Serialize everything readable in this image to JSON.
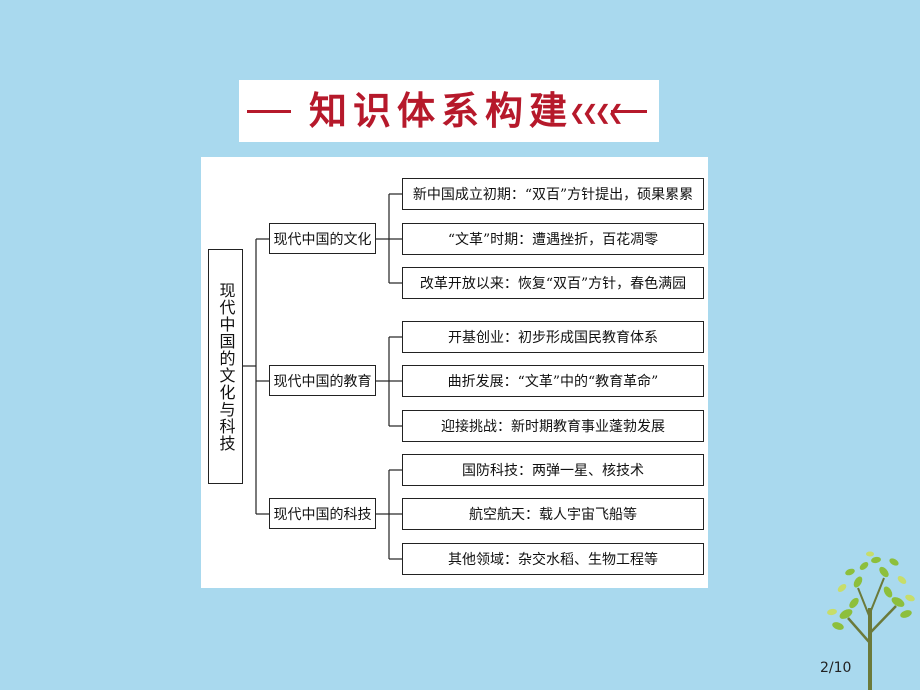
{
  "banner": {
    "title": "知识体系构建"
  },
  "diagram": {
    "root": "现代中国的文化与科技",
    "branches": [
      {
        "label": "现代中国的文化",
        "leaves": [
          "新中国成立初期：“双百”方针提出，硕果累累",
          "“文革”时期：遭遇挫折，百花凋零",
          "改革开放以来：恢复“双百”方针，春色满园"
        ]
      },
      {
        "label": "现代中国的教育",
        "leaves": [
          "开基创业：初步形成国民教育体系",
          "曲折发展：“文革”中的“教育革命”",
          "迎接挑战：新时期教育事业蓬勃发展"
        ]
      },
      {
        "label": "现代中国的科技",
        "leaves": [
          "国防科技：两弹一星、核技术",
          "航空航天：载人宇宙飞船等",
          "其他领域：杂交水稻、生物工程等"
        ]
      }
    ]
  },
  "page_indicator": "2/10",
  "colors": {
    "background": "#a9d9ee",
    "accent": "#b6192b"
  }
}
